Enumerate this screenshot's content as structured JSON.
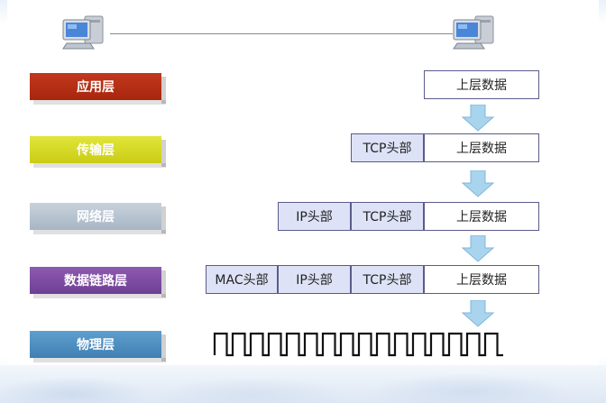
{
  "layers": {
    "application": "应用层",
    "transport": "传输层",
    "network": "网络层",
    "datalink": "数据链路层",
    "physical": "物理层"
  },
  "packets": {
    "data_label": "上层数据",
    "tcp_header": "TCP头部",
    "ip_header": "IP头部",
    "mac_header": "MAC头部"
  },
  "icons": {
    "sender": "computer-icon",
    "receiver": "computer-icon",
    "encapsulation_arrow": "arrow-down-icon",
    "bitstream": "square-wave-icon"
  },
  "colors": {
    "application": "#b02e14",
    "transport": "#d4d82a",
    "network": "#b2bfcd",
    "datalink": "#7d4ca2",
    "physical": "#4f8fc2",
    "header_fill": "#dde2f6",
    "arrow": "#a9d4ee"
  }
}
